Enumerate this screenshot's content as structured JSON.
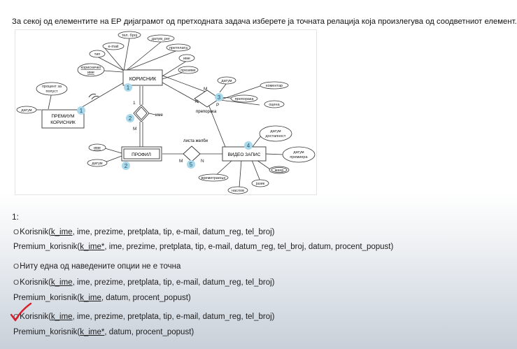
{
  "question": "За секој од елементите на ЕР дијаграмот од претходната задача изберете ја точната релација која произлегува од соодветниот елемент.",
  "diagram": {
    "entities": {
      "korisnik": "КОРИСНИК",
      "premium_line1": "ПРЕМИУМ",
      "premium_line2": "КОРИСНИК",
      "profil": "ПРОФИЛ",
      "video": "ВИДЕО ЗАПИС"
    },
    "attributes": {
      "tel_broj": "тел. број",
      "email": "e-mail",
      "datum_reg": "датум_рег",
      "pretplata": "претплата",
      "tip": "тип",
      "ime_k": "име",
      "prezime": "презиме",
      "korisnichko_line1": "корисничко",
      "korisnichko_line2": "име",
      "procent_line1": "процент за",
      "procent_line2": "попуст",
      "datum_p": "датум",
      "ime_pr": "име",
      "datum_pr": "датум",
      "ime_rel": "име",
      "datum_rel": "датум",
      "komentar": "коментар",
      "preporaka_attr": "препорака",
      "ocena": "оцена",
      "datum_dost_line1": "датум",
      "datum_dost_line2": "достапност",
      "datum_prem_line1": "датум",
      "datum_prem_line2": "премиера",
      "zhanr": "жанр",
      "jazik": "јазик",
      "naslov": "наслов",
      "vremetraenje": "времетраење"
    },
    "relationships": {
      "preporaka": "препорака",
      "lista_zhelbi": "листа желби",
      "ime_rel": "име"
    },
    "cardinality": {
      "one": "1",
      "m1": "M",
      "m2": "M",
      "n1": "N",
      "m3": "M",
      "n2": "N",
      "p": "P"
    },
    "markers": [
      "1",
      "2",
      "3",
      "4",
      "5"
    ],
    "marker_color": "#a9d8ea"
  },
  "question_number": "1:",
  "options": [
    {
      "line1_pre": "Korisnik(",
      "line1_key": "k_ime",
      "line1_post": ", ime, prezime, pretplata, tip, e-mail, datum_reg, tel_broj)",
      "line2_pre": "Premium_korisnik(",
      "line2_key": "k_ime*",
      "line2_post": ", ime, prezime, pretplata, tip, e-mail, datum_reg, tel_broj, datum, procent_popust)"
    },
    {
      "line1_pre": "Ниту една од наведените опции не е точна"
    },
    {
      "line1_pre": "Korisnik(",
      "line1_key": "k_ime",
      "line1_post": ", ime, prezime, pretplata, tip, e-mail, datum_reg, tel_broj)",
      "line2_pre": "Premium_korisnik(",
      "line2_key": "k_ime",
      "line2_post": ", datum, procent_popust)"
    },
    {
      "line1_pre": "Korisnik(",
      "line1_key": "k_ime",
      "line1_post": ", ime, prezime, pretplata, tip, e-mail, datum_reg, tel_broj)",
      "line2_pre": "Premium_korisnik(",
      "line2_key": "k_ime*",
      "line2_post": ", datum, procent_popust)"
    }
  ],
  "radio_glyph": "O",
  "check_color": "#d81e2c"
}
